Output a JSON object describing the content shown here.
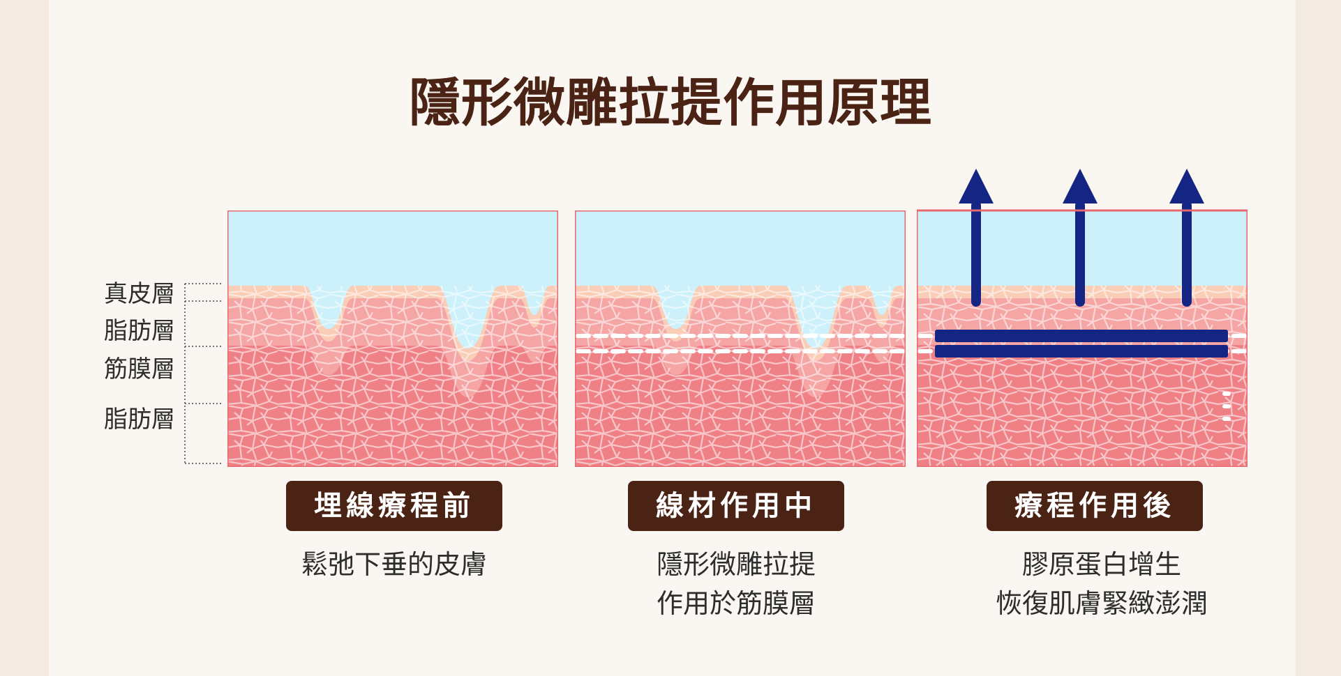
{
  "title": "隱形微雕拉提作用原理",
  "layer_labels": [
    "真皮層",
    "脂肪層",
    "筋膜層",
    "脂肪層"
  ],
  "stages": [
    {
      "badge": "埋線療程前",
      "caption": [
        "鬆弛下垂的皮膚"
      ]
    },
    {
      "badge": "線材作用中",
      "caption": [
        "隱形微雕拉提",
        "作用於筋膜層"
      ]
    },
    {
      "badge": "療程作用後",
      "caption": [
        "膠原蛋白增生",
        "恢復肌膚緊緻澎潤"
      ]
    }
  ],
  "colors": {
    "title": "#4a2314",
    "badge_bg": "#4a2314",
    "badge_text": "#ffffff",
    "sky": "#cdf1fb",
    "dermis": "#f9cdb6",
    "upper_fat": "#f5a5a4",
    "fascia_fat": "#ef8186",
    "arrow": "#152584",
    "thread": "#152584"
  },
  "icons": [
    "up-arrow-icon",
    "thread-icon",
    "dashed-line-icon"
  ]
}
